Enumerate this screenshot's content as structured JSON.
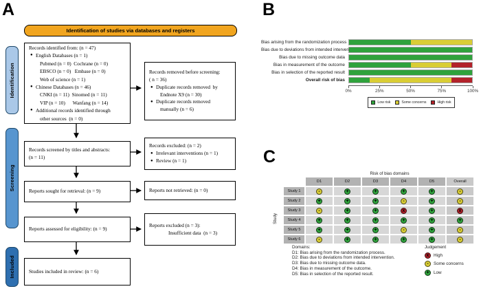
{
  "panelA": {
    "label": "A",
    "banner": "Identification of studies via databases and registers",
    "sidebar": {
      "identification": "Identification",
      "screening": "Screening",
      "included": "Included"
    },
    "flow_boxes": [
      {
        "id": "records-identified",
        "lines": [
          {
            "t": "Records identified from: (n = 47)"
          },
          {
            "t": "English Databases (n = 1)",
            "b": 1
          },
          {
            "t": "Pubmed (n = 0)  Cochrane (n = 0)",
            "i": 1
          },
          {
            "t": "EBSCO (n = 0)   Embase (n = 0)",
            "i": 1
          },
          {
            "t": "Web of science (n = 1)",
            "i": 1
          },
          {
            "t": "Chinese Databases (n = 46)",
            "b": 1
          },
          {
            "t": "CNKI (n = 11)  Sinomed (n = 11)",
            "i": 1
          },
          {
            "t": "VIP (n = 10)      Wanfang (n = 14)",
            "i": 1
          },
          {
            "t": "Additional records identified through",
            "b": 1
          },
          {
            "t": "other sources  (n = 0)",
            "i": 1
          }
        ]
      },
      {
        "id": "records-screened",
        "lines": [
          {
            "t": "Records screened by titles and abstracts:"
          },
          {
            "t": "(n = 11)"
          }
        ]
      },
      {
        "id": "reports-sought",
        "lines": [
          {
            "t": "Reports sought for retrieval: (n = 9)"
          }
        ]
      },
      {
        "id": "reports-assessed",
        "lines": [
          {
            "t": "Reports assessed for eligibility: (n = 9)"
          }
        ]
      },
      {
        "id": "studies-included",
        "lines": [
          {
            "t": "Studies included in review: (n = 6)"
          }
        ]
      },
      {
        "id": "records-removed",
        "lines": [
          {
            "t": "Records removed before screening:"
          },
          {
            "t": "( n = 36)"
          },
          {
            "t": "Duplicate records removed  by",
            "b": 1
          },
          {
            "t": "Endnote X9 (n = 30)",
            "i": 1
          },
          {
            "t": "Duplicate records removed",
            "b": 1
          },
          {
            "t": "manually (n = 6)",
            "i": 1
          }
        ]
      },
      {
        "id": "records-excluded",
        "lines": [
          {
            "t": "Records excluded: (n = 2)"
          },
          {
            "t": "Irrelevant interventions (n = 1)",
            "b": 1
          },
          {
            "t": "Review (n = 1)",
            "b": 1
          }
        ]
      },
      {
        "id": "reports-not-retrieved",
        "lines": [
          {
            "t": "Reports not retrieved: (n = 0)"
          }
        ]
      },
      {
        "id": "reports-excluded",
        "lines": [
          {
            "t": "Reports excluded (n = 3):"
          },
          {
            "t": "Insufficient data  (n = 3)",
            "i": 2
          }
        ]
      }
    ]
  },
  "panelB": {
    "label": "B"
  },
  "panelC": {
    "label": "C"
  },
  "chart_data": [
    {
      "type": "bar",
      "orientation": "horizontal",
      "stacked": true,
      "categories": [
        "Bias arising from the randomization process",
        "Bias due to deviations from intended interventions",
        "Bias due to missing outcome data",
        "Bias in measurement of the outcome",
        "Bias in selection of the reported result",
        "Overall risk of bias"
      ],
      "series": [
        {
          "name": "Low risk",
          "color": "#2fa23c",
          "values": [
            50,
            100,
            100,
            50,
            100,
            16.7
          ]
        },
        {
          "name": "Some concerns",
          "color": "#d9cd35",
          "values": [
            50,
            0,
            0,
            33.3,
            0,
            66.6
          ]
        },
        {
          "name": "High risk",
          "color": "#b2222a",
          "values": [
            0,
            0,
            0,
            16.7,
            0,
            16.7
          ]
        }
      ],
      "xlim": [
        0,
        100
      ],
      "xticks": [
        "0%",
        "25%",
        "50%",
        "75%",
        "100%"
      ],
      "legend_position": "bottom",
      "legend": [
        "Low risk",
        "Some concerns",
        "High risk"
      ]
    },
    {
      "type": "heatmap",
      "title": "Risk of bias domains",
      "row_axis_label": "Study",
      "columns": [
        "D1",
        "D2",
        "D3",
        "D4",
        "D5",
        "Overall"
      ],
      "rows": [
        "Study 1",
        "Study 2",
        "Study 3",
        "Study 4",
        "Study 5",
        "Study 6"
      ],
      "cells": [
        [
          "some",
          "low",
          "low",
          "low",
          "low",
          "some"
        ],
        [
          "low",
          "low",
          "low",
          "some",
          "low",
          "some"
        ],
        [
          "some",
          "low",
          "low",
          "high",
          "low",
          "high"
        ],
        [
          "low",
          "low",
          "low",
          "low",
          "low",
          "low"
        ],
        [
          "low",
          "low",
          "low",
          "some",
          "low",
          "some"
        ],
        [
          "some",
          "low",
          "low",
          "low",
          "low",
          "some"
        ]
      ],
      "judgement": {
        "high": {
          "label": "High",
          "color": "#b2222a",
          "symbol": "x"
        },
        "some": {
          "label": "Some concerns",
          "color": "#d9cd35",
          "symbol": "-"
        },
        "low": {
          "label": "Low",
          "color": "#2fa23c",
          "symbol": "+"
        }
      },
      "legend_title": "Judgement",
      "footnote_title": "Domains:",
      "footnotes": [
        "D1: Bias arising from the randomization process.",
        "D2: Bias due to deviations from intended intervention.",
        "D3: Bias due to missing outcome data.",
        "D4: Bias in measurement of the outcome.",
        "D5: Bias in selection of the reported result."
      ]
    }
  ]
}
